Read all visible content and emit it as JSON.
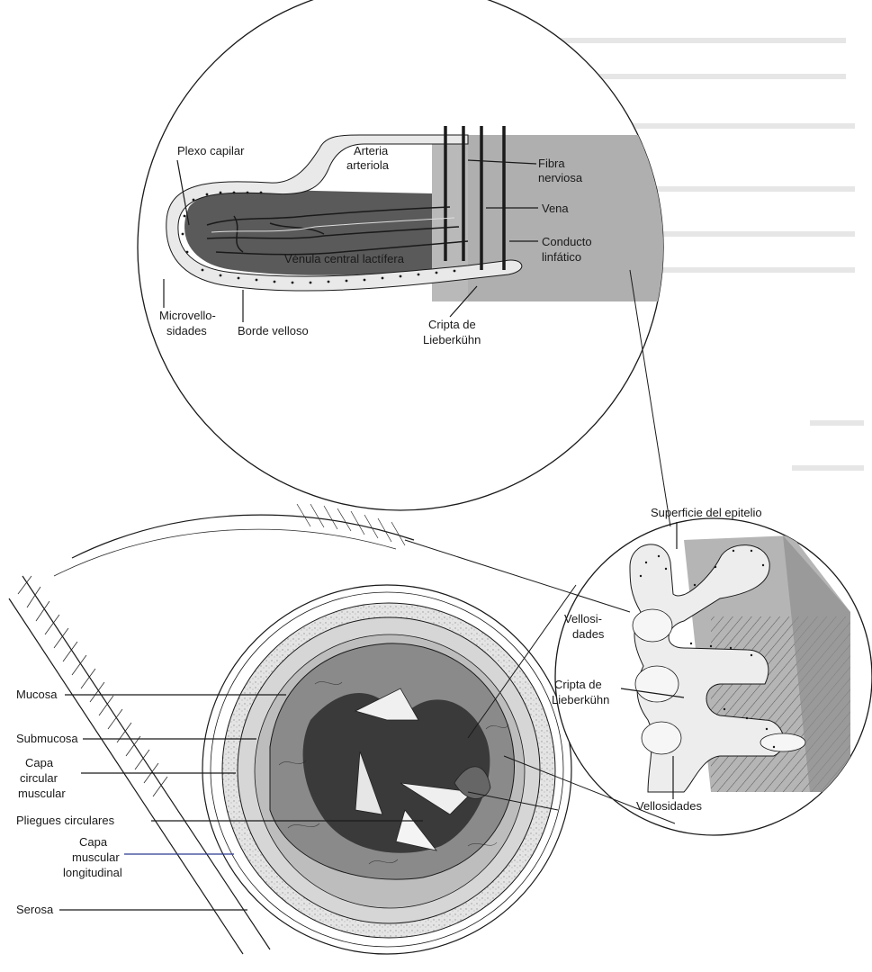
{
  "colors": {
    "ink": "#1a1a1a",
    "tissue_dark": "#4a4a4a",
    "tissue_mid": "#8a8a8a",
    "tissue_light": "#c8c8c8",
    "paper": "#ffffff",
    "blue_leader": "#2b3b8f"
  },
  "labels": {
    "villus_detail": {
      "plexo_capilar": "Plexo capilar",
      "arteria": "Arteria",
      "arteriola": "arteriola",
      "fibra": "Fibra",
      "nerviosa": "nerviosa",
      "vena": "Vena",
      "conducto": "Conducto",
      "linfatico": "linfático",
      "venula": "Vénula central lactífera",
      "microvello": "Microvello-",
      "sidades": "sidades",
      "borde": "Borde velloso",
      "cripta": "Cripta de",
      "lieberkuhn": "Lieberkühn"
    },
    "wall_detail": {
      "superficie": "Superficie del epitelio",
      "vellosi": "Vellosi-",
      "dades": "dades",
      "cripta": "Cripta de",
      "lieberkuhn": "Lieberkühn",
      "vellosidades": "Vellosidades"
    },
    "cross_section": {
      "mucosa": "Mucosa",
      "submucosa": "Submucosa",
      "capa_circular_1": "Capa",
      "capa_circular_2": "circular",
      "capa_circular_3": "muscular",
      "pliegues": "Pliegues circulares",
      "capa_long_1": "Capa",
      "capa_long_2": "muscular",
      "capa_long_3": "longitudinal",
      "serosa": "Serosa"
    }
  }
}
